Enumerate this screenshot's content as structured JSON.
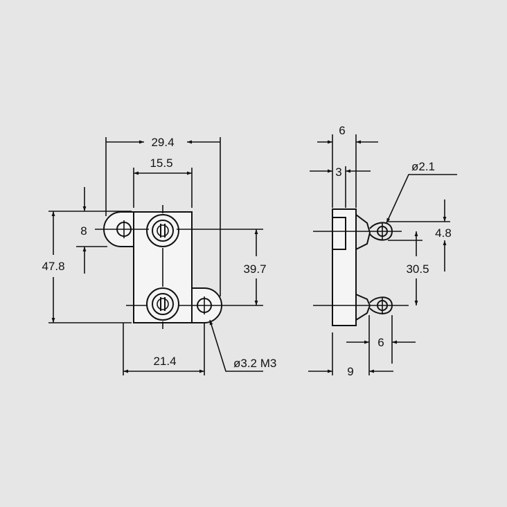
{
  "colors": {
    "background": "#e6e6e6",
    "line": "#111111",
    "part_fill": "#f5f5f5"
  },
  "front_view": {
    "width_overall": "29.4",
    "width_body": "15.5",
    "lug_height": "8",
    "height_overall": "47.8",
    "hole_spacing": "39.7",
    "width_lug_span": "21.4",
    "hole_callout": "ø3.2 M3"
  },
  "side_view": {
    "thickness": "6",
    "recess": "3",
    "terminal_hole": "ø2.1",
    "terminal_width": "4.8",
    "terminal_spacing": "30.5",
    "terminal_offset": "6",
    "depth": "9"
  }
}
